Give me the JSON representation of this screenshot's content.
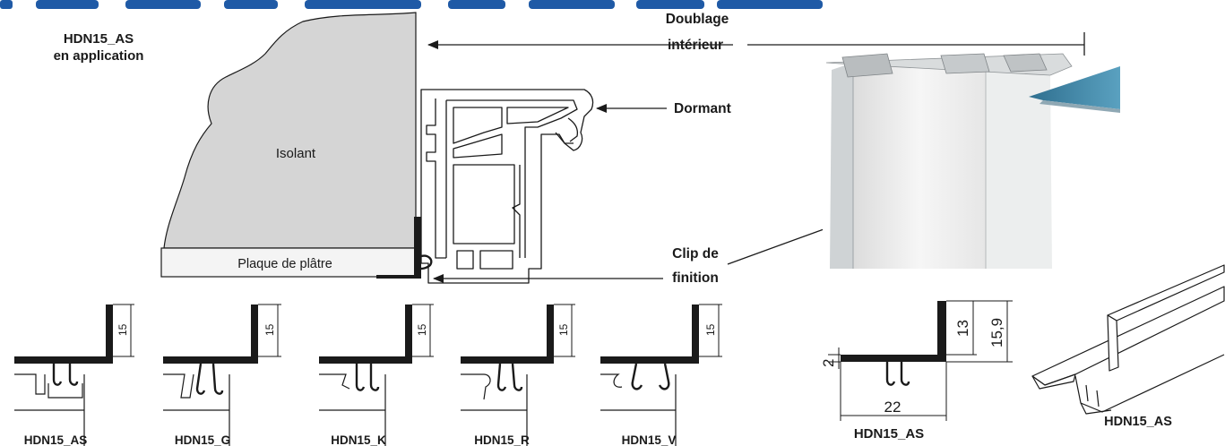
{
  "colors": {
    "top_band": "#1f5aa6",
    "insulation": "#d5d5d5",
    "plaster": "#f2f2f2",
    "profile_dark": "#1a1a1a",
    "panel_blue": "#3f86a8"
  },
  "title_block": {
    "line1": "HDN15_AS",
    "line2": "en application"
  },
  "labels": {
    "isolant": "Isolant",
    "plaque": "Plaque de plâtre",
    "doublage_1": "Doublage",
    "doublage_2": "intérieur",
    "dormant": "Dormant",
    "clip_1": "Clip de",
    "clip_2": "finition"
  },
  "profiles": [
    {
      "name": "HDN15_AS",
      "dim": "15"
    },
    {
      "name": "HDN15_G",
      "dim": "15"
    },
    {
      "name": "HDN15_K",
      "dim": "15"
    },
    {
      "name": "HDN15_R",
      "dim": "15"
    },
    {
      "name": "HDN15_V",
      "dim": "15"
    }
  ],
  "detail": {
    "name": "HDN15_AS",
    "dim_thickness": "2",
    "dim_width": "22",
    "dim_height_inner": "13",
    "dim_height_total": "15,9"
  },
  "iso_view": {
    "name": "HDN15_AS"
  }
}
